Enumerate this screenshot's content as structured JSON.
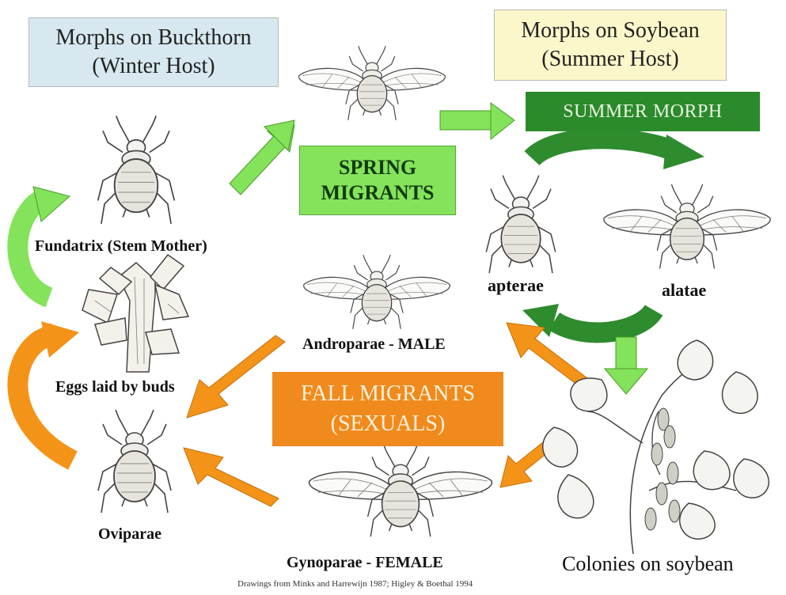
{
  "title_boxes": {
    "winter": {
      "line1": "Morphs on Buckthorn",
      "line2": "(Winter Host)",
      "bg": "#d7e8f0"
    },
    "summer": {
      "line1": "Morphs on Soybean",
      "line2": "(Summer Host)",
      "bg": "#fcf7cb"
    }
  },
  "stage_boxes": {
    "summer_morph": {
      "text": "SUMMER MORPH",
      "bg": "#2b8a2b",
      "color": "#e8f4e0"
    },
    "spring": {
      "line1": "SPRING",
      "line2": "MIGRANTS",
      "bg": "#84e35a",
      "color": "#123a12"
    },
    "fall": {
      "line1": "FALL MIGRANTS",
      "line2": "(SEXUALS)",
      "bg": "#f08a1c",
      "color": "#fff1dc"
    }
  },
  "labels": {
    "fundatrix": "Fundatrix (Stem Mother)",
    "eggs": "Eggs laid by buds",
    "oviparae": "Oviparae",
    "androparae": "Androparae - MALE",
    "gynoparae": "Gynoparae - FEMALE",
    "apterae": "apterae",
    "alatae": "alatae",
    "colonies": "Colonies on soybean"
  },
  "credit": "Drawings from Minks and Harrewijn 1987; Higley & Boethal 1994",
  "colors": {
    "light_green": "#84e35a",
    "dark_green": "#2e8b2e",
    "orange": "#f39419",
    "ink": "#444444"
  },
  "icons": [
    "winged-aphid-icon",
    "wingless-aphid-icon",
    "buckthorn-bud-icon",
    "soybean-plant-icon"
  ]
}
